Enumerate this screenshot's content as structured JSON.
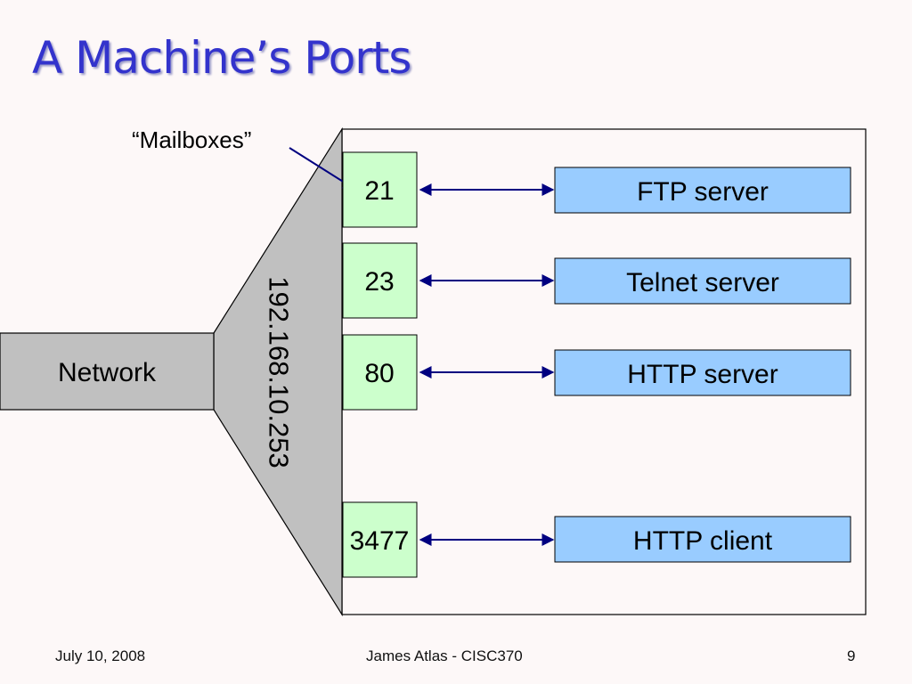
{
  "slide": {
    "title": "A Machine’s Ports",
    "footer_date": "July 10, 2008",
    "footer_center": "James Atlas - CISC370",
    "footer_page": "9"
  },
  "diagram": {
    "callout_label": "“Mailboxes”",
    "network_label": "Network",
    "ip_address": "192.168.10.253",
    "colors": {
      "funnel_fill": "#c0c0c0",
      "port_fill": "#ccffcc",
      "service_fill": "#99ccff",
      "arrow": "#000080"
    },
    "ports": [
      {
        "port": "21",
        "service": "FTP server"
      },
      {
        "port": "23",
        "service": "Telnet server"
      },
      {
        "port": "80",
        "service": "HTTP server"
      },
      {
        "port": "3477",
        "service": "HTTP client"
      }
    ]
  }
}
